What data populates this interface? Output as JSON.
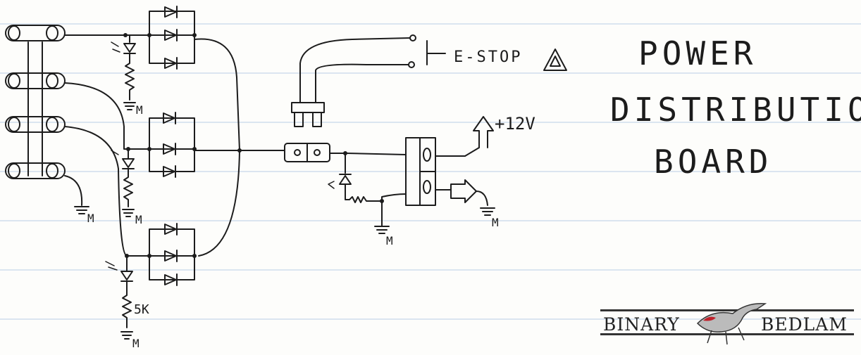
{
  "title": {
    "line1": "POWER",
    "line2": "DISTRIBUTION",
    "line3": "BOARD"
  },
  "labels": {
    "estop": "E-STOP",
    "estop_symbol": "⚠",
    "supply": "+12V",
    "resistor_value": "5K",
    "ground": "M"
  },
  "logo": {
    "left_word": "BINARY",
    "right_word": "BEDLAM"
  },
  "colors": {
    "paper": "#fdfdfb",
    "rule_line": "#b9cde6",
    "ink": "#1c1c1c"
  }
}
